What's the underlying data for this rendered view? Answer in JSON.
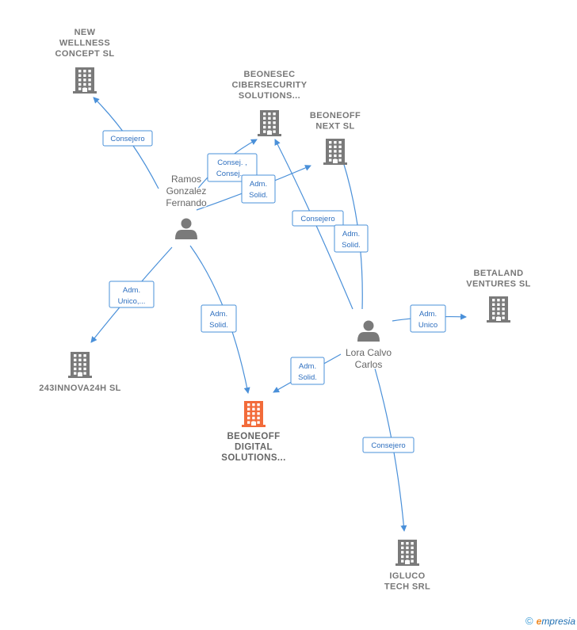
{
  "colors": {
    "edge": "#4a90d9",
    "company": "#7a7a7a",
    "company_main": "#f26b3a",
    "person": "#7a7a7a"
  },
  "companies": [
    {
      "id": "new-wellness",
      "lines": [
        "NEW",
        "WELLNESS",
        "CONCEPT  SL"
      ],
      "icon": "building-icon",
      "main": false
    },
    {
      "id": "beonesec",
      "lines": [
        "BEONESEC",
        "CIBERSECURITY",
        "SOLUTIONS..."
      ],
      "icon": "building-icon",
      "main": false
    },
    {
      "id": "beoneoff-next",
      "lines": [
        "BEONEOFF",
        "NEXT  SL"
      ],
      "icon": "building-icon",
      "main": false
    },
    {
      "id": "betaland",
      "lines": [
        "BETALAND",
        "VENTURES  SL"
      ],
      "icon": "building-icon",
      "main": false
    },
    {
      "id": "243innova",
      "lines": [
        "243INNOVA24H SL"
      ],
      "icon": "building-icon",
      "main": false
    },
    {
      "id": "beoneoff-digital",
      "lines": [
        "BEONEOFF",
        "DIGITAL",
        "SOLUTIONS..."
      ],
      "icon": "building-icon",
      "main": true
    },
    {
      "id": "igluco",
      "lines": [
        "IGLUCO",
        "TECH SRL"
      ],
      "icon": "building-icon",
      "main": false
    }
  ],
  "persons": [
    {
      "id": "ramos",
      "lines": [
        "Ramos",
        "Gonzalez",
        "Fernando"
      ],
      "icon": "person-icon"
    },
    {
      "id": "lora",
      "lines": [
        "Lora Calvo",
        "Carlos"
      ],
      "icon": "person-icon"
    }
  ],
  "relations": [
    {
      "from": "ramos",
      "to": "new-wellness",
      "lines": [
        "Consejero"
      ]
    },
    {
      "from": "ramos",
      "to": "beonesec",
      "lines": [
        "Consej. ,",
        "Consej...."
      ]
    },
    {
      "from": "ramos",
      "to": "beoneoff-next",
      "lines": [
        "Adm.",
        "Solid."
      ]
    },
    {
      "from": "ramos",
      "to": "243innova",
      "lines": [
        "Adm.",
        "Unico,..."
      ]
    },
    {
      "from": "ramos",
      "to": "beoneoff-digital",
      "lines": [
        "Adm.",
        "Solid."
      ]
    },
    {
      "from": "lora",
      "to": "beonesec",
      "lines": [
        "Consejero"
      ]
    },
    {
      "from": "lora",
      "to": "beoneoff-next",
      "lines": [
        "Adm.",
        "Solid."
      ]
    },
    {
      "from": "lora",
      "to": "betaland",
      "lines": [
        "Adm.",
        "Unico"
      ]
    },
    {
      "from": "lora",
      "to": "beoneoff-digital",
      "lines": [
        "Adm.",
        "Solid."
      ]
    },
    {
      "from": "lora",
      "to": "igluco",
      "lines": [
        "Consejero"
      ]
    }
  ],
  "footer": {
    "copyright": "©",
    "brand_initial": "e",
    "brand_rest": "mpresia"
  }
}
